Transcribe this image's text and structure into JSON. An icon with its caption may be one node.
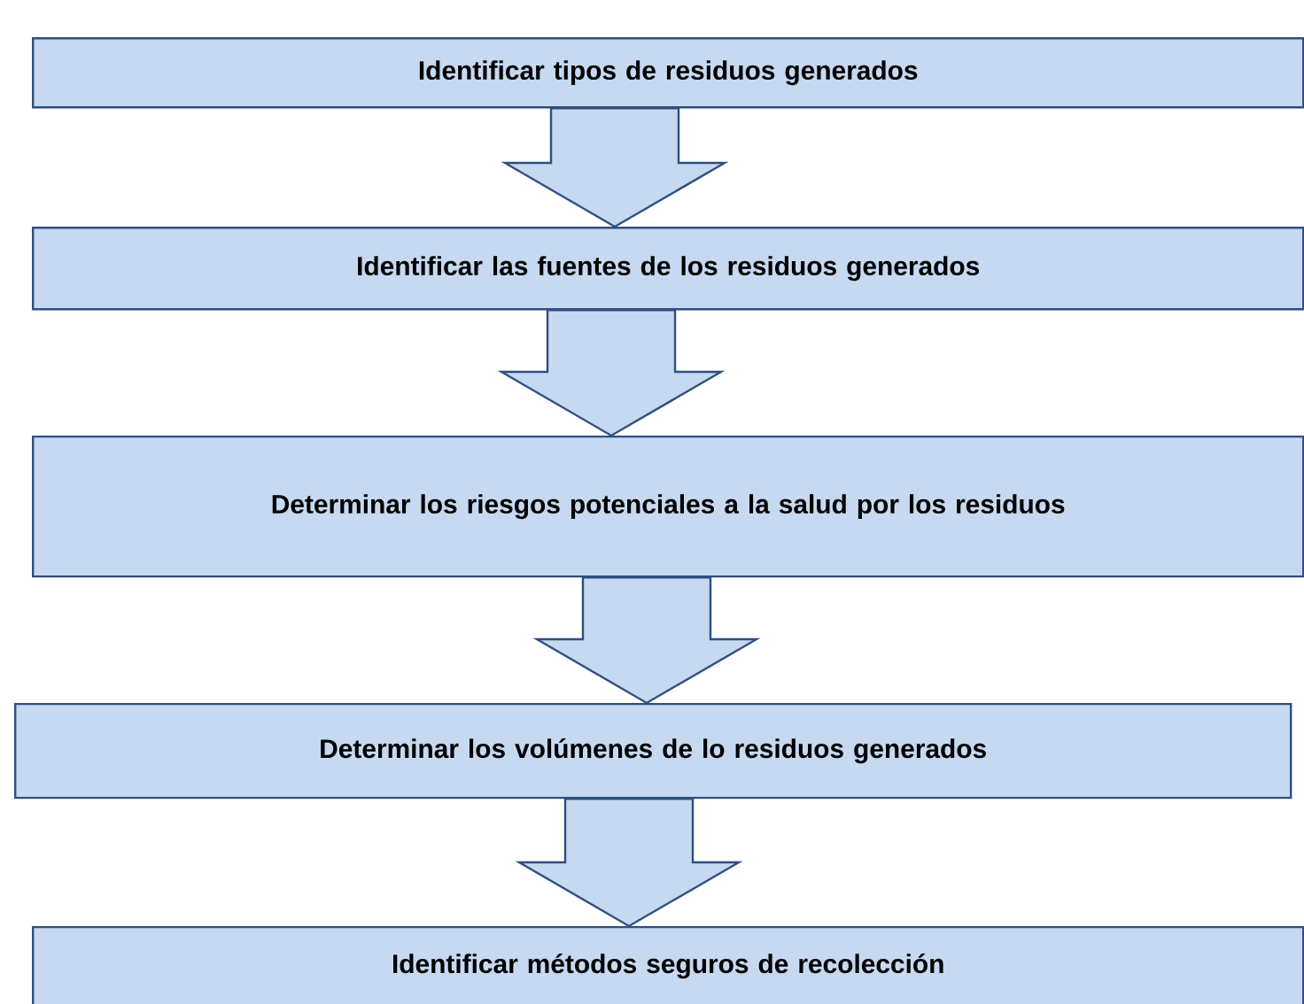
{
  "diagram": {
    "nodes": [
      {
        "text": [
          "Identificar tipos de residuos generados"
        ]
      },
      {
        "text": [
          "Identificar las fuentes de los residuos generados"
        ]
      },
      {
        "text": [
          "Determinar los riesgos potenciales a la salud por los residuos"
        ]
      },
      {
        "text": [
          "Determinar los volúmenes de lo residuos generados"
        ]
      },
      {
        "text": [
          "Identificar métodos seguros de recolección"
        ]
      }
    ],
    "edges": [
      {
        "from": 0,
        "to": 1,
        "arrow": "to"
      },
      {
        "from": 1,
        "to": 2,
        "arrow": "to"
      },
      {
        "from": 2,
        "to": 3,
        "arrow": "to"
      },
      {
        "from": 3,
        "to": 4,
        "arrow": "to"
      }
    ]
  }
}
